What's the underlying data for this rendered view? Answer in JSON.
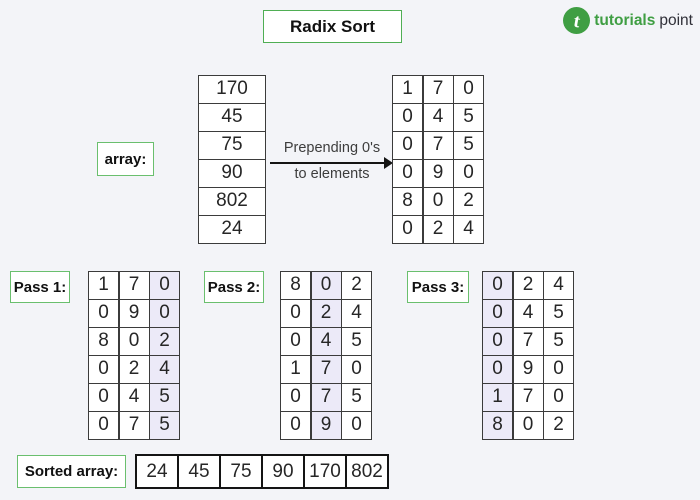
{
  "title": "Radix Sort",
  "logo": {
    "icon": "tutorialspoint-torch-icon",
    "text_bold": "tutorials",
    "text_regular": "point"
  },
  "input": {
    "label": "array:",
    "values": [
      "170",
      "45",
      "75",
      "90",
      "802",
      "24"
    ]
  },
  "arrow": {
    "caption_line1": "Prepending 0's",
    "caption_line2": "to elements"
  },
  "padded": {
    "rows": [
      [
        "1",
        "7",
        "0"
      ],
      [
        "0",
        "4",
        "5"
      ],
      [
        "0",
        "7",
        "5"
      ],
      [
        "0",
        "9",
        "0"
      ],
      [
        "8",
        "0",
        "2"
      ],
      [
        "0",
        "2",
        "4"
      ]
    ]
  },
  "passes": [
    {
      "label": "Pass 1:",
      "highlight_col": 2,
      "rows": [
        [
          "1",
          "7",
          "0"
        ],
        [
          "0",
          "9",
          "0"
        ],
        [
          "8",
          "0",
          "2"
        ],
        [
          "0",
          "2",
          "4"
        ],
        [
          "0",
          "4",
          "5"
        ],
        [
          "0",
          "7",
          "5"
        ]
      ]
    },
    {
      "label": "Pass 2:",
      "highlight_col": 1,
      "rows": [
        [
          "8",
          "0",
          "2"
        ],
        [
          "0",
          "2",
          "4"
        ],
        [
          "0",
          "4",
          "5"
        ],
        [
          "1",
          "7",
          "0"
        ],
        [
          "0",
          "7",
          "5"
        ],
        [
          "0",
          "9",
          "0"
        ]
      ]
    },
    {
      "label": "Pass 3:",
      "highlight_col": 0,
      "rows": [
        [
          "0",
          "2",
          "4"
        ],
        [
          "0",
          "4",
          "5"
        ],
        [
          "0",
          "7",
          "5"
        ],
        [
          "0",
          "9",
          "0"
        ],
        [
          "1",
          "7",
          "0"
        ],
        [
          "8",
          "0",
          "2"
        ]
      ]
    }
  ],
  "sorted": {
    "label": "Sorted array:",
    "values": [
      "24",
      "45",
      "75",
      "90",
      "170",
      "802"
    ]
  },
  "colors": {
    "background": "#f3f4f8",
    "green_border": "#5cb85c",
    "logo_green": "#3f9e43",
    "column_highlight": "#eceaf8",
    "grid_line": "#3b3b3b",
    "text": "#1c1c1c"
  }
}
